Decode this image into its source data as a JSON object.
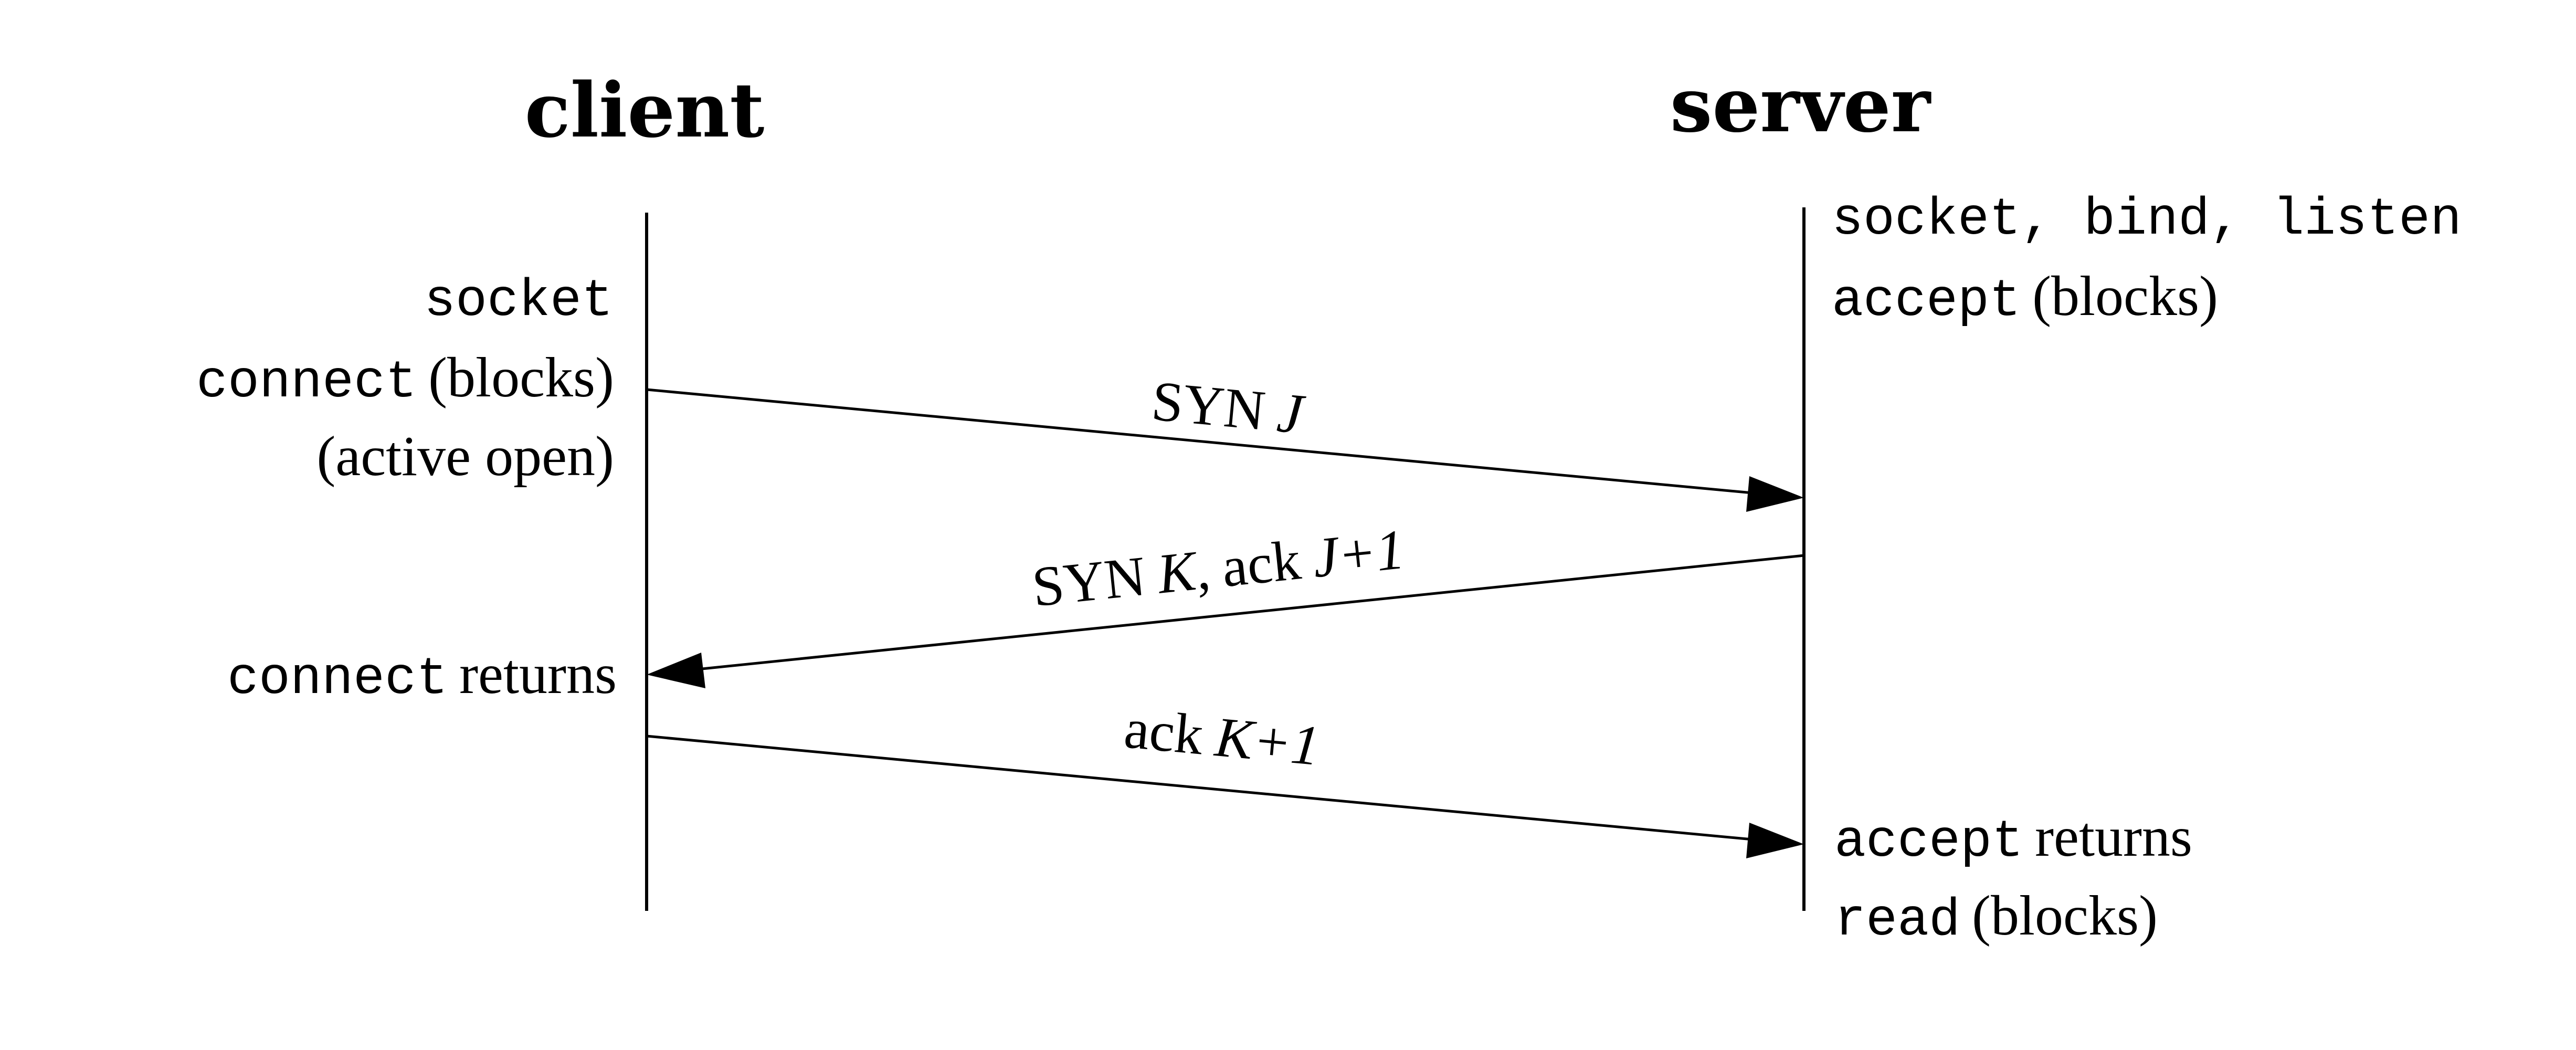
{
  "participants": {
    "client": "client",
    "server": "server"
  },
  "client_notes": {
    "socket": "socket",
    "connect_fn": "connect",
    "connect_blocks": "(blocks)",
    "active_open": "(active open)",
    "connect_ret_fn": "connect",
    "connect_ret_txt": "returns"
  },
  "server_notes": {
    "setup_calls": "socket, bind, listen",
    "accept_fn": "accept",
    "accept_blocks": "(blocks)",
    "accept_ret_fn": "accept",
    "accept_ret_txt": "returns",
    "read_fn": "read",
    "read_blocks": "(blocks)"
  },
  "messages": {
    "m1_word": "SYN",
    "m1_var": "J",
    "m2_word": "SYN",
    "m2_var": "K,",
    "m2_ack": "ack",
    "m2_ackvar": "J+1",
    "m3_word": "ack",
    "m3_var": "K+1"
  }
}
